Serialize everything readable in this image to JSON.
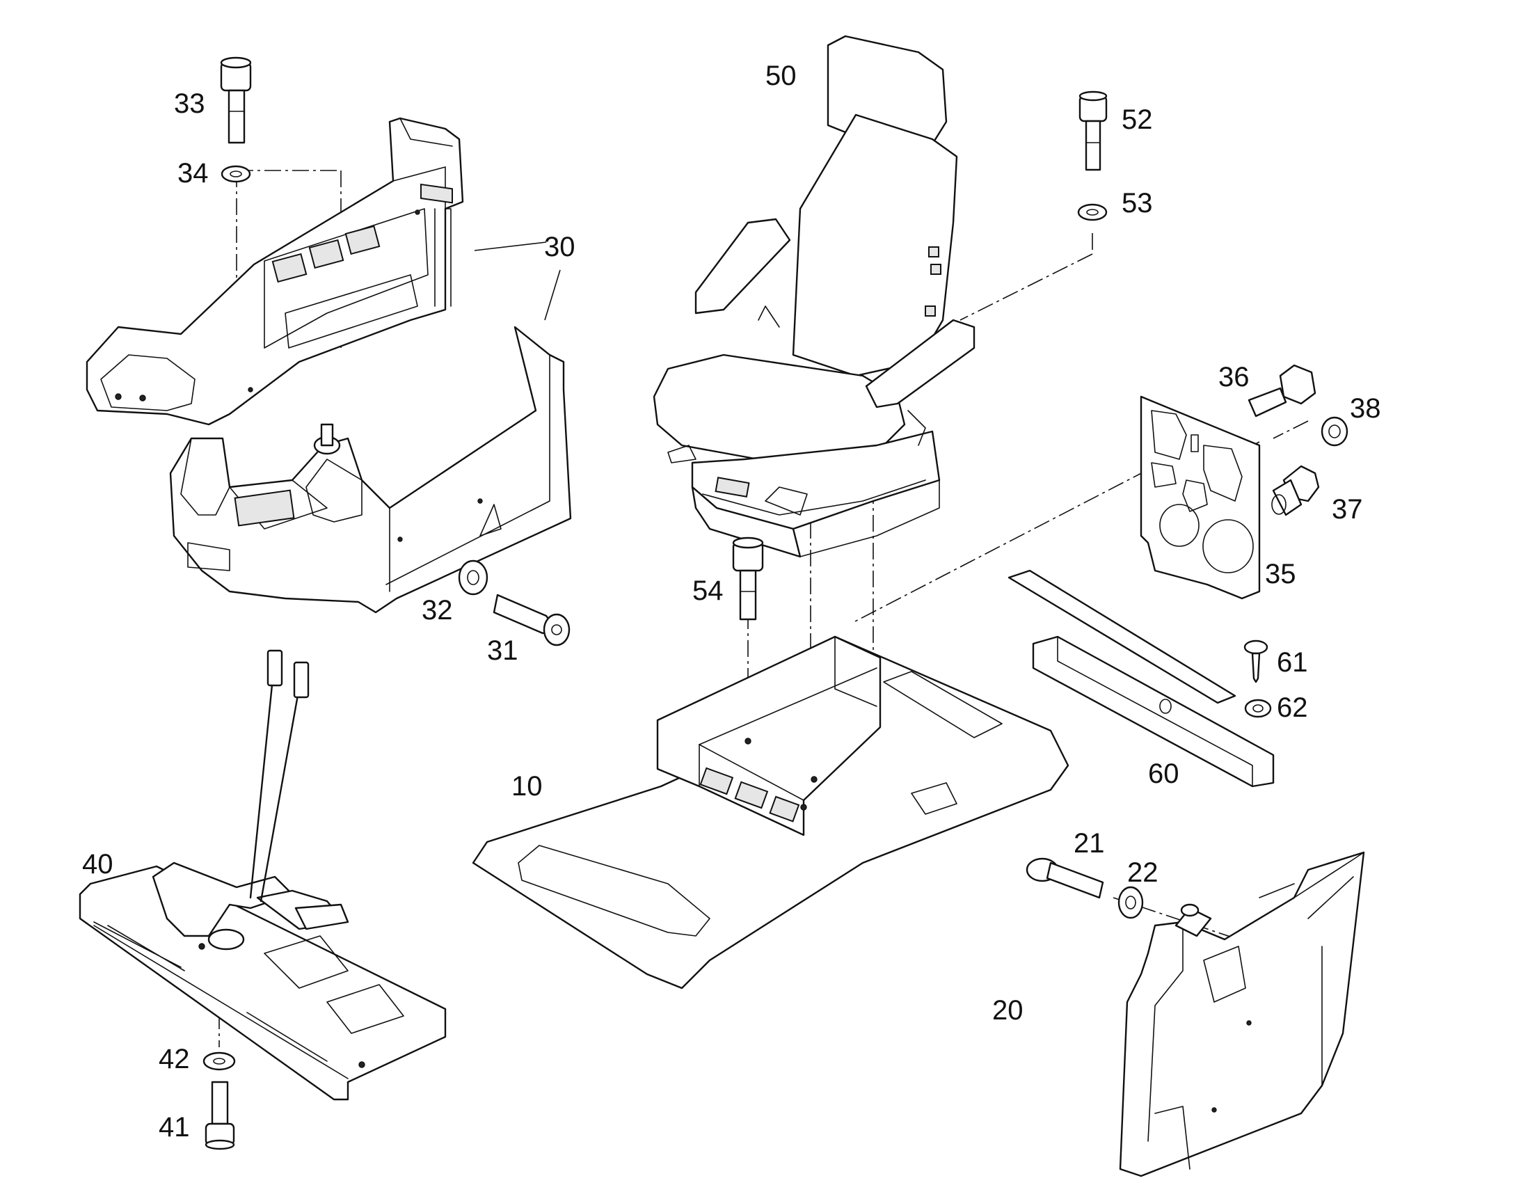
{
  "diagram": {
    "callouts": {
      "c10": "10",
      "c20": "20",
      "c21": "21",
      "c22": "22",
      "c30": "30",
      "c31": "31",
      "c32": "32",
      "c33": "33",
      "c34": "34",
      "c35": "35",
      "c36": "36",
      "c37": "37",
      "c38": "38",
      "c40": "40",
      "c41": "41",
      "c42": "42",
      "c50": "50",
      "c52": "52",
      "c53": "53",
      "c54": "54",
      "c60": "60",
      "c61": "61",
      "c62": "62"
    }
  }
}
